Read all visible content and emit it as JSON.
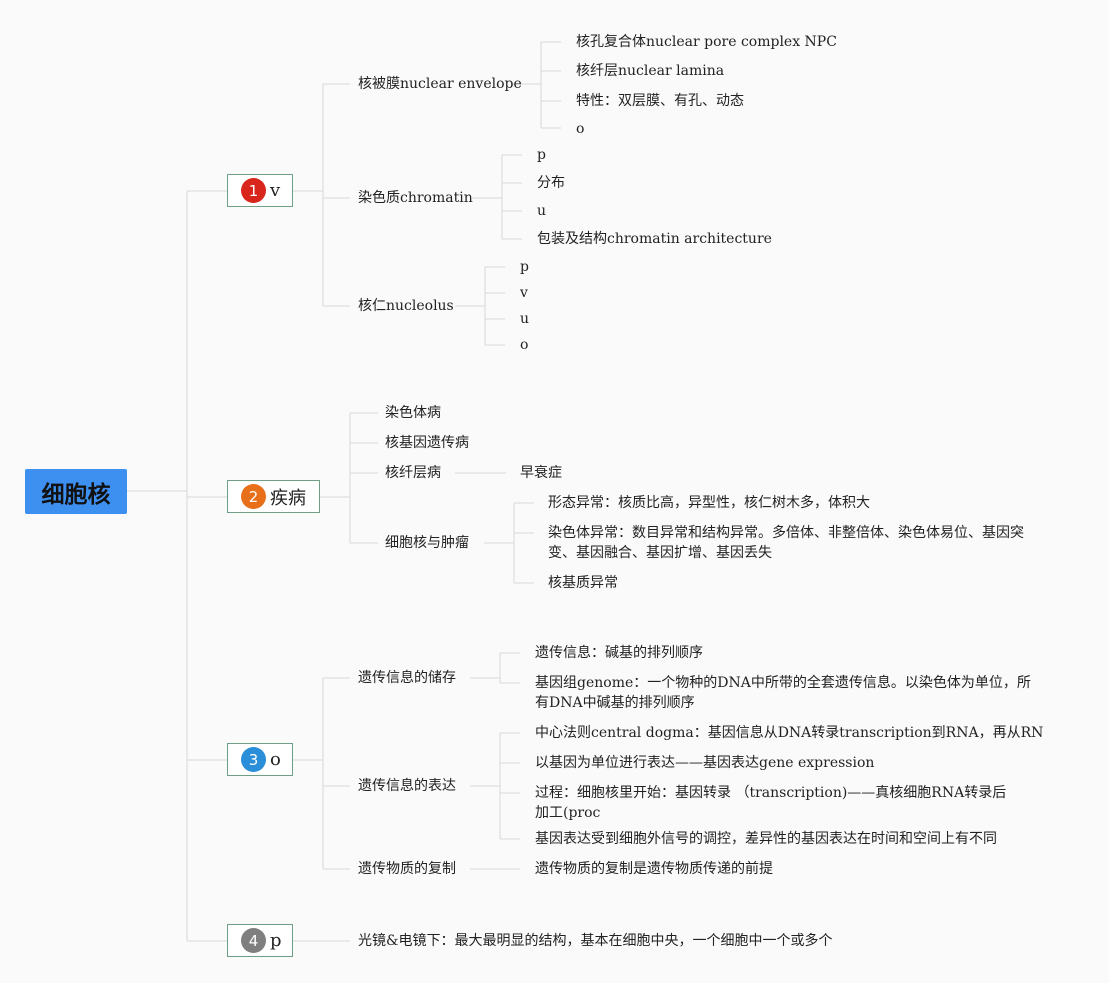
{
  "root": {
    "label": "细胞核",
    "color": "#3d8ff0"
  },
  "branches": [
    {
      "number": "1",
      "label": "v",
      "badge_color": "#d9261c",
      "children": [
        {
          "label": "核被膜nuclear envelope",
          "items": [
            "核孔复合体nuclear pore complex NPC",
            "核纤层nuclear lamina",
            "特性：双层膜、有孔、动态",
            "o"
          ]
        },
        {
          "label": "染色质chromatin",
          "items": [
            "p",
            "分布",
            "u",
            "包装及结构chromatin architecture"
          ]
        },
        {
          "label": "核仁nucleolus",
          "items": [
            "p",
            "v",
            "u",
            "o"
          ]
        }
      ]
    },
    {
      "number": "2",
      "label": "疾病",
      "badge_color": "#e8701a",
      "children": [
        {
          "label": "染色体病"
        },
        {
          "label": "核基因遗传病"
        },
        {
          "label": "核纤层病",
          "items": [
            "早衰症"
          ]
        },
        {
          "label": "细胞核与肿瘤",
          "items": [
            "形态异常：核质比高，异型性，核仁树木多，体积大",
            "染色体异常：数目异常和结构异常。多倍体、非整倍体、染色体易位、基因突变、基因融合、基因扩增、基因丢失",
            "核基质异常"
          ]
        }
      ]
    },
    {
      "number": "3",
      "label": "o",
      "badge_color": "#2a8fd8",
      "children": [
        {
          "label": "遗传信息的储存",
          "items": [
            "遗传信息：碱基的排列顺序",
            "基因组genome：一个物种的DNA中所带的全套遗传信息。以染色体为单位，所有DNA中碱基的排列顺序"
          ]
        },
        {
          "label": "遗传信息的表达",
          "items": [
            "中心法则central dogma：基因信息从DNA转录transcription到RNA，再从RN",
            "以基因为单位进行表达——基因表达gene expression",
            "过程：细胞核里开始：基因转录 （transcription)——真核细胞RNA转录后加工(proc",
            "基因表达受到细胞外信号的调控，差异性的基因表达在时间和空间上有不同"
          ]
        },
        {
          "label": "遗传物质的复制",
          "items": [
            "遗传物质的复制是遗传物质传递的前提"
          ]
        }
      ]
    },
    {
      "number": "4",
      "label": "p",
      "badge_color": "#7f7f7f",
      "children": [
        {
          "label": "光镜&电镜下：最大最明显的结构，基本在细胞中央，一个细胞中一个或多个"
        }
      ]
    }
  ]
}
